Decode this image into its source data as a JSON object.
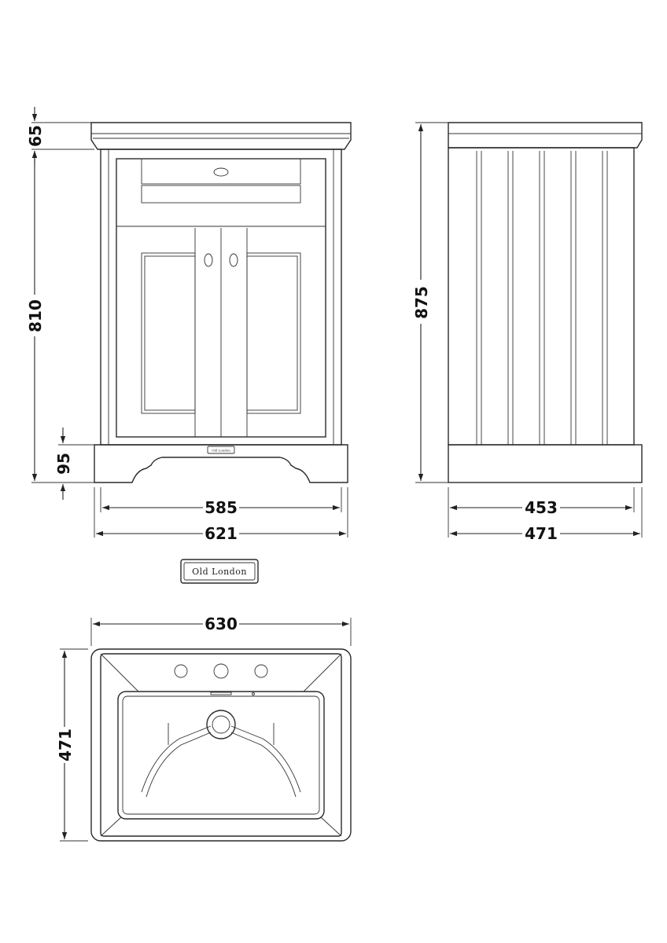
{
  "brand": {
    "logo_text": "Old London"
  },
  "front_view": {
    "dims": {
      "top_height": "65",
      "cabinet_height": "810",
      "plinth_height": "95",
      "inner_width": "585",
      "overall_width": "621"
    },
    "badge_text": "Old London"
  },
  "side_view": {
    "dims": {
      "overall_height": "875",
      "inner_depth": "453",
      "overall_depth": "471"
    }
  },
  "top_view": {
    "dims": {
      "basin_width": "630",
      "basin_depth": "471"
    }
  },
  "colors": {
    "line": "#2a2a2a",
    "text": "#111111",
    "background": "#ffffff"
  }
}
